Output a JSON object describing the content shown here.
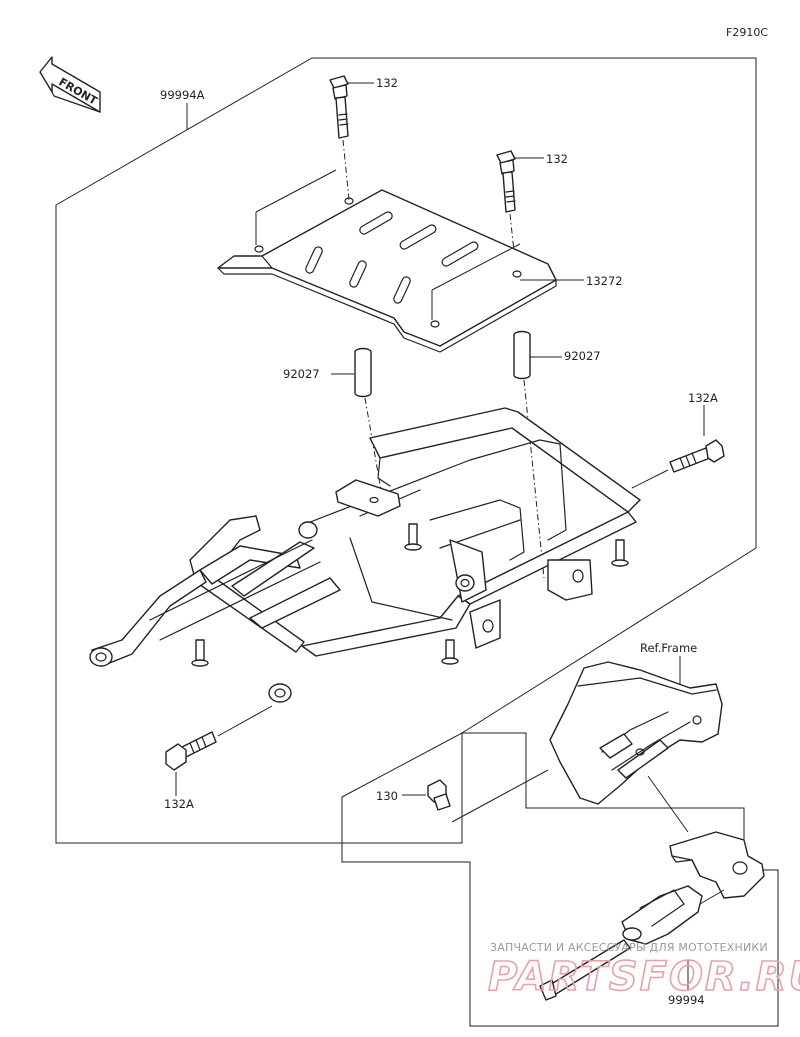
{
  "diagram": {
    "figure_code": "F2910C",
    "front_label": "FRONT",
    "callouts": {
      "kit_assembly": "99994A",
      "bolt_top_left": "132",
      "bolt_top_right": "132",
      "plate": "13272",
      "collar_left": "92027",
      "collar_right": "92027",
      "bolt_side_right": "132A",
      "bolt_side_left": "132A",
      "ref_frame": "Ref.Frame",
      "small_bolt": "130",
      "bracket_kit": "99994"
    },
    "watermark": {
      "line1": "ЗАПЧАСТИ И АКСЕССУАРЫ ДЛЯ МОТОТЕХНИКИ",
      "line2": "PARTSFOR.RU"
    }
  }
}
